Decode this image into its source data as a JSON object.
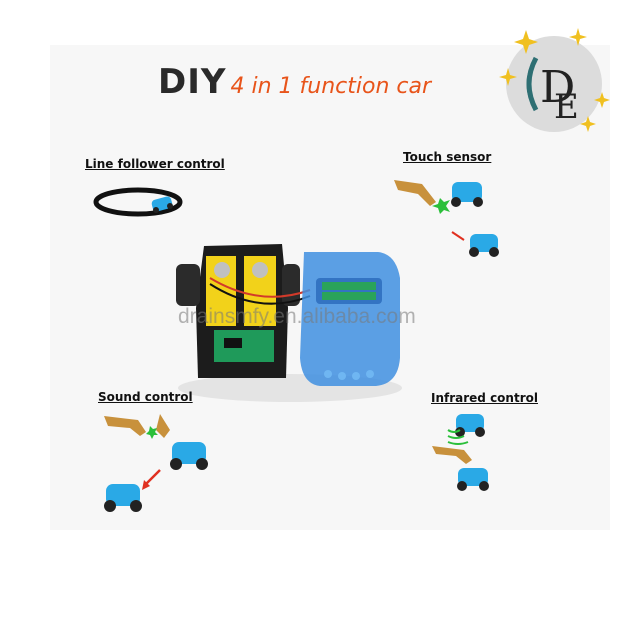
{
  "title": {
    "diy": "DIY",
    "rest": "4 in 1 function car"
  },
  "features": {
    "line_follower": "Line follower control",
    "touch_sensor": "Touch sensor",
    "sound_control": "Sound control",
    "infrared_control": "Infrared control"
  },
  "watermark": "drainsmfy.en.alibaba.com",
  "logo": {
    "letters": "DE"
  },
  "colors": {
    "title_accent": "#e8541a",
    "car_blue": "#2aa9e6",
    "shell_blue": "#3f8fe0",
    "motor_yellow": "#f2d21a"
  }
}
